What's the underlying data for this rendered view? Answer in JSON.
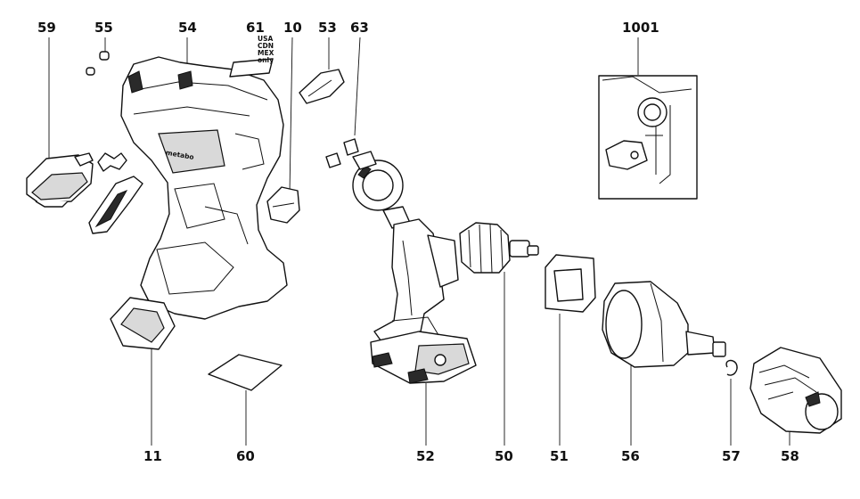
{
  "callouts": {
    "p59": "59",
    "p55": "55",
    "p54": "54",
    "p61": "61",
    "p10": "10",
    "p53": "53",
    "p63": "63",
    "p1001": "1001",
    "p11": "11",
    "p60": "60",
    "p52": "52",
    "p50": "50",
    "p51": "51",
    "p56": "56",
    "p57": "57",
    "p58": "58"
  },
  "label_note": {
    "line1": "USA",
    "line2": "CDN",
    "line3": "MEX",
    "line4": "only"
  },
  "housing_brand": "metabo",
  "colors": {
    "ink": "#111111",
    "background": "#ffffff"
  }
}
